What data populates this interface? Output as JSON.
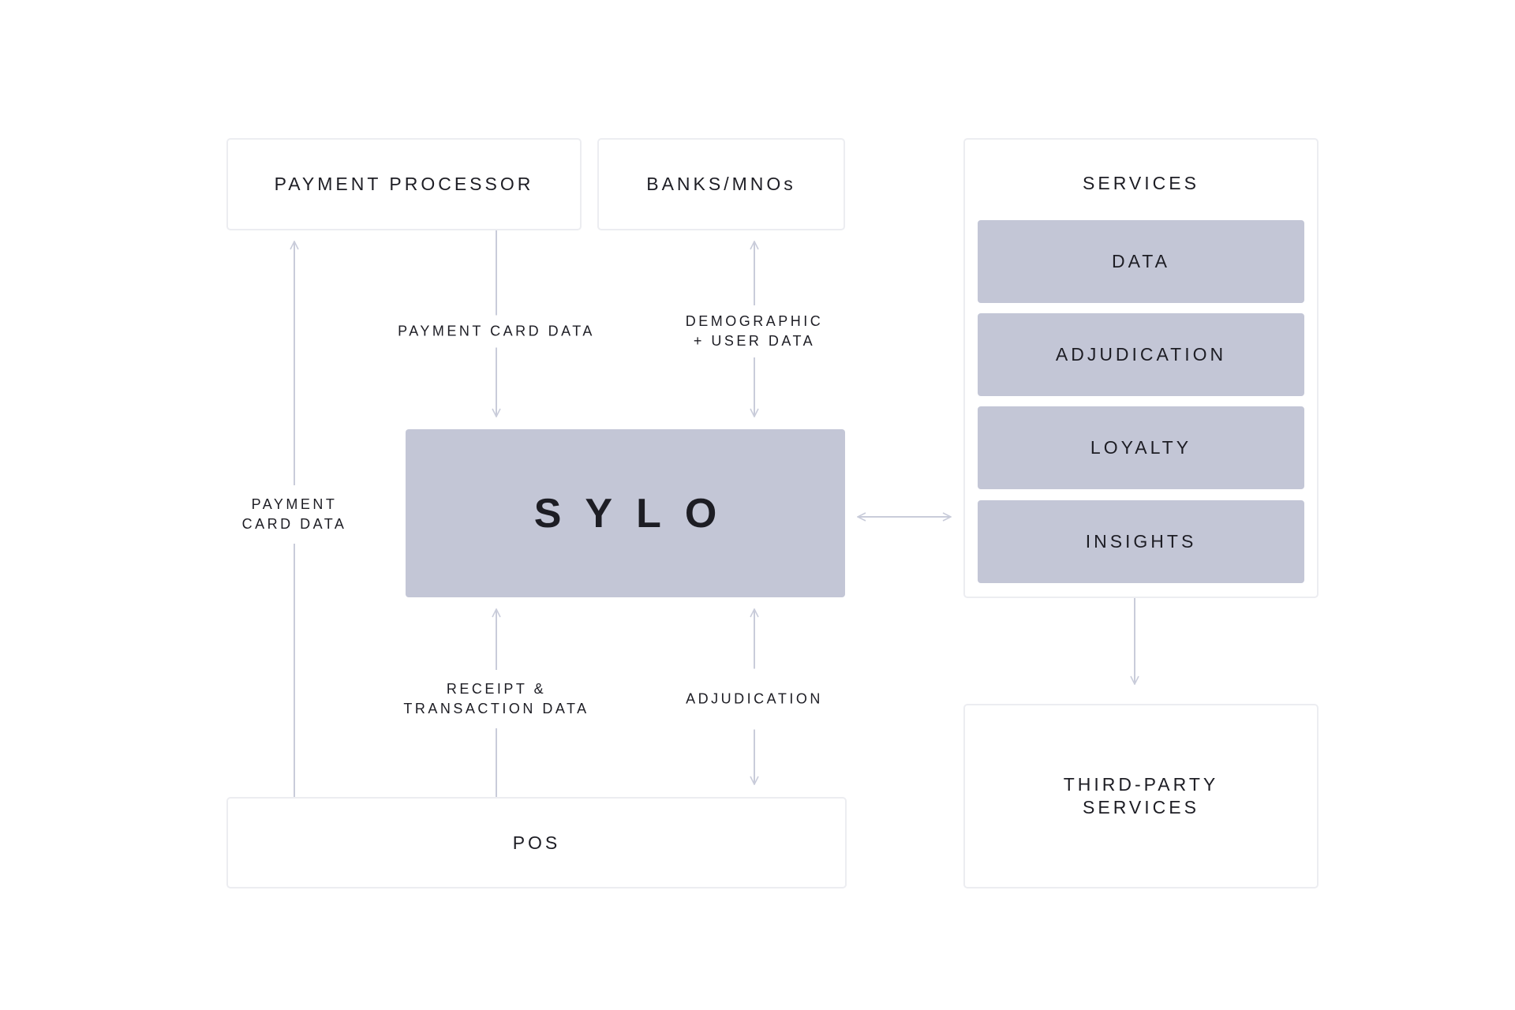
{
  "nodes": {
    "payment_processor": "PAYMENT PROCESSOR",
    "banks": "BANKS/MNOs",
    "sylo": "SYLO",
    "pos": "POS",
    "services": {
      "title": "SERVICES",
      "items": [
        "DATA",
        "ADJUDICATION",
        "LOYALTY",
        "INSIGHTS"
      ]
    },
    "third_party": {
      "line1": "THIRD-PARTY",
      "line2": "SERVICES"
    }
  },
  "flows": {
    "pp_to_sylo": "PAYMENT CARD DATA",
    "banks_sylo": {
      "line1": "DEMOGRAPHIC",
      "line2": "+ USER DATA"
    },
    "pos_to_pp": {
      "line1": "PAYMENT",
      "line2": "CARD DATA"
    },
    "pos_to_sylo": {
      "line1": "RECEIPT &",
      "line2": "TRANSACTION DATA"
    },
    "sylo_pos": "ADJUDICATION"
  },
  "colors": {
    "fill": "#c3c6d6",
    "border": "#ecedf1",
    "connector": "#c9ccda",
    "text": "#1d1d24"
  }
}
